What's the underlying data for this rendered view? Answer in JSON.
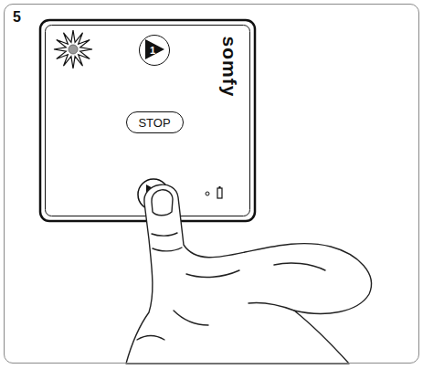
{
  "diagram": {
    "nodes": [
      {
        "text": [
          "5"
        ]
      },
      {
        "text": [
          "somfy"
        ],
        "in": 0
      },
      {
        "text": [
          "1"
        ],
        "in": 1
      },
      {
        "text": [
          "STOP"
        ],
        "in": 1
      }
    ]
  }
}
